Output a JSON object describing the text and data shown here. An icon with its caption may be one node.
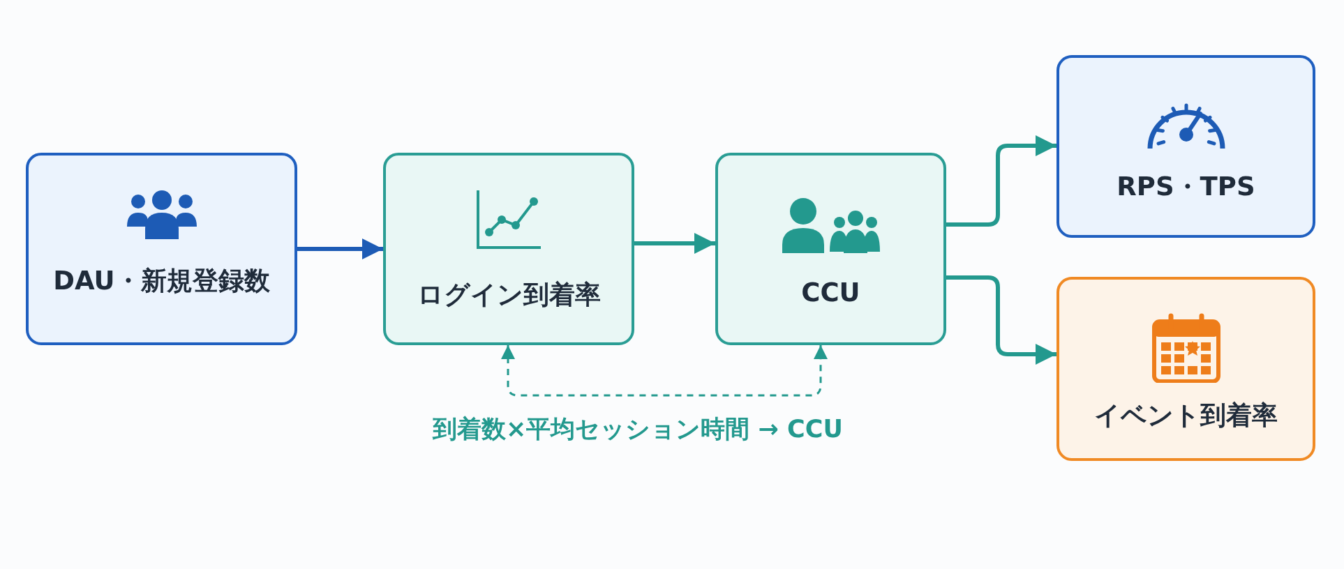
{
  "diagram": {
    "nodes": [
      {
        "text": [
          "DAU・新規登録数"
        ]
      },
      {
        "text": [
          "ログイン到着率"
        ]
      },
      {
        "text": [
          "CCU"
        ]
      },
      {
        "text": [
          "RPS・TPS"
        ]
      },
      {
        "text": [
          "イベント到着率"
        ]
      }
    ],
    "edges": [
      {
        "from": 0,
        "to": 1,
        "arrow": "to",
        "color": "#1d5bb5"
      },
      {
        "from": 1,
        "to": 2,
        "arrow": "to"
      },
      {
        "from": 2,
        "to": 3,
        "arrow": "to"
      },
      {
        "from": 2,
        "to": 4,
        "arrow": "to"
      },
      {
        "from": 1,
        "to": 2,
        "arrow": "both",
        "style": "dashed"
      }
    ],
    "labels": [
      "到着数×平均セッション時間 → CCU"
    ]
  }
}
